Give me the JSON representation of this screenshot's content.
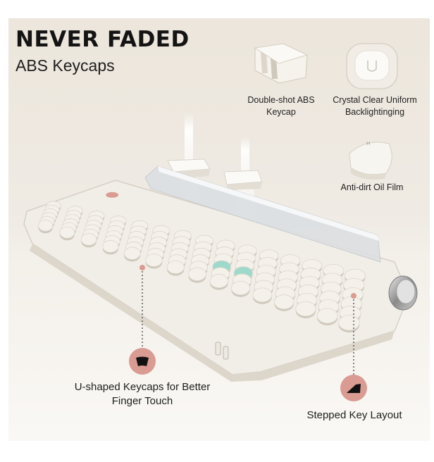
{
  "headline": {
    "title": "NEVER FADED",
    "subtitle": "ABS Keycaps"
  },
  "features": [
    {
      "label": "Double-shot ABS Keycap",
      "icon": "doubleshot-keycap-icon"
    },
    {
      "label": "Crystal Clear Uniform Backlightinging",
      "icon": "backlit-keycap-icon"
    },
    {
      "label": "Anti-dirt  Oil Film",
      "icon": "oil-film-keycap-icon"
    }
  ],
  "callouts": [
    {
      "label": "U-shaped Keycaps for Better Finger Touch",
      "icon": "u-shaped-keycap-icon"
    },
    {
      "label": "Stepped Key Layout",
      "icon": "stepped-key-icon"
    }
  ],
  "colors": {
    "background": "#ece6dc",
    "keyboard_body": "#f1eee8",
    "keycap": "#f4f1ea",
    "accent_key": "#9fd9cb",
    "badge": "#d99b92",
    "text": "#141414"
  }
}
